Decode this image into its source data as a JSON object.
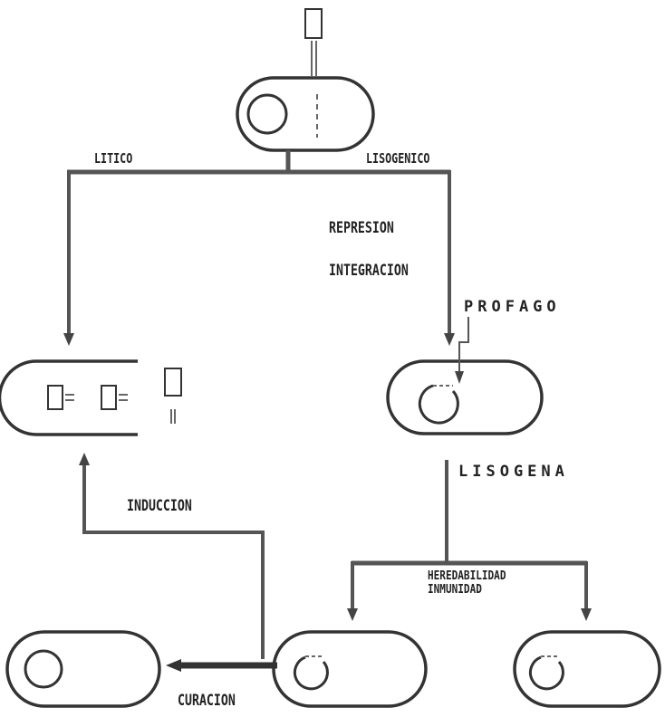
{
  "labels": {
    "litico": "LITICO",
    "lisogenico": "LISOGENICO",
    "represion": "REPRESION",
    "integracion": "INTEGRACION",
    "profago": "PROFAGO",
    "lisogena": "LISOGENA",
    "induccion": "INDUCCION",
    "heredabilidad": "HEREDABILIDAD",
    "inmunidad": "INMUNIDAD",
    "curacion": "CURACION"
  },
  "colors": {
    "ink": "#3a3a3a",
    "arrow": "#555555",
    "background": "#ffffff"
  }
}
